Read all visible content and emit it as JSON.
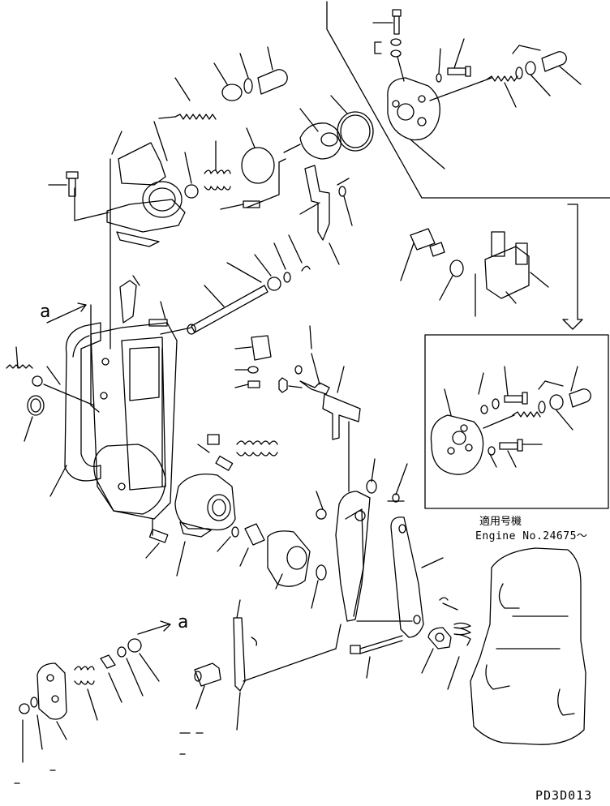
{
  "diagram": {
    "view_marker": "a",
    "applicability_label": "適用号機",
    "engine_label": "Engine No.24675～",
    "drawing_code": "PD3D013",
    "colors": {
      "ink": "#000000",
      "paper": "#ffffff"
    }
  }
}
